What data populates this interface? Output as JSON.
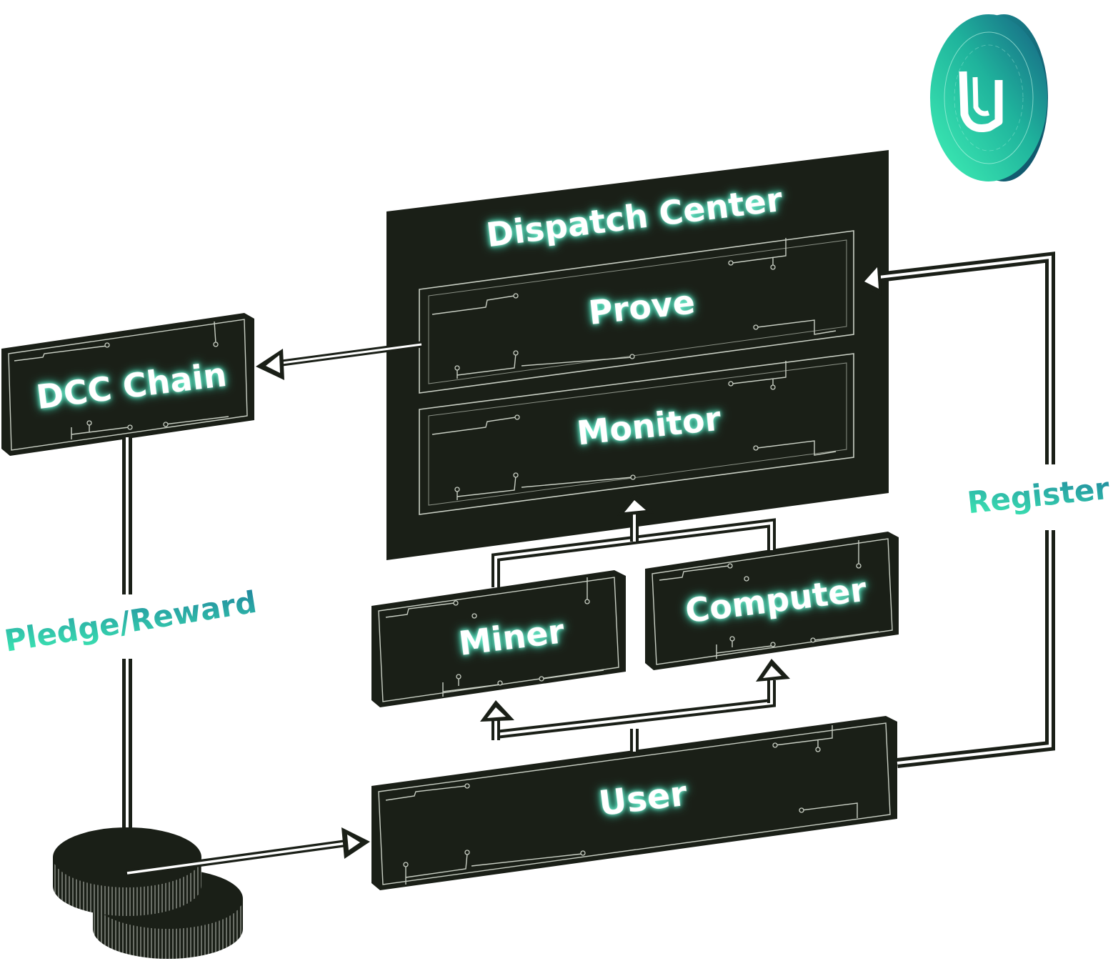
{
  "diagram": {
    "nodes": {
      "dispatch_center": "Dispatch Center",
      "prove": "Prove",
      "monitor": "Monitor",
      "dcc_chain": "DCC Chain",
      "miner": "Miner",
      "computer": "Computer",
      "user": "User"
    },
    "edge_labels": {
      "pledge_reward": "Pledge/Reward",
      "register": "Register"
    }
  },
  "colors": {
    "panel": "#1a1f17",
    "glow": "#7ff5d6",
    "label_start": "#39e6b0",
    "label_end": "#1f7f9e",
    "coin_light": "#33e0b0",
    "coin_dark": "#1b6f8a"
  },
  "icons": [
    "logo-coin-icon",
    "coin-stack-icon"
  ]
}
